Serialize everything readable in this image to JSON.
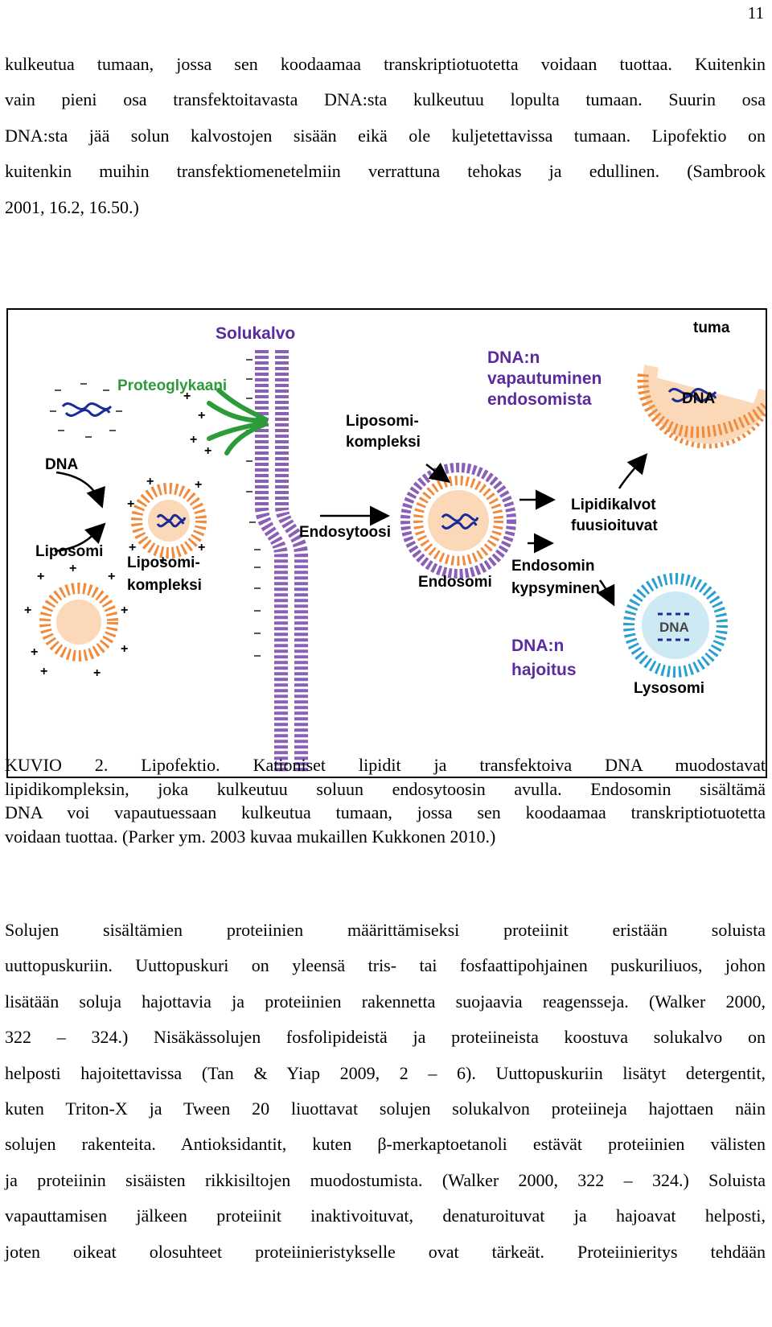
{
  "page_number": "11",
  "para1": {
    "lines": [
      "kulkeutua tumaan, jossa sen koodaamaa transkriptiotuotetta voidaan tuottaa. Kuitenkin",
      "vain pieni osa transfektoitavasta DNA:sta kulkeutuu lopulta tumaan. Suurin osa",
      "DNA:sta jää solun kalvostojen sisään eikä ole kuljetettavissa tumaan. Lipofektio on",
      "kuitenkin  muihin transfektiomenetelmiin verrattuna tehokas ja edullinen. (Sambrook",
      "2001, 16.2, 16.50.)"
    ]
  },
  "figure": {
    "labels": {
      "solukalvo": "Solukalvo",
      "tuma": "tuma",
      "proteoglykaani": "Proteoglykaani",
      "release_1": "DNA:n",
      "release_2": "vapautuminen",
      "release_3": "endosomista",
      "dna_nucleus": "DNA",
      "complex_top_1": "Liposomi-",
      "complex_top_2": "kompleksi",
      "dna_left": "DNA",
      "lipid_1": "Lipidikalvot",
      "lipid_2": "fuusioituvat",
      "endosytoosi": "Endosytoosi",
      "liposomi": "Liposomi",
      "complex_bottom_1": "Liposomi-",
      "complex_bottom_2": "kompleksi",
      "endosomi": "Endosomi",
      "maturation_1": "Endosomin",
      "maturation_2": "kypsyminen",
      "degradation_1": "DNA:n",
      "degradation_2": "hajoitus",
      "dna_lysosome": "DNA",
      "lysosomi": "Lysosomi"
    },
    "colors": {
      "purple": "#5b2a9e",
      "green": "#2e9b3a",
      "orange": "#f08a3c",
      "membrane": "#8a5fb8",
      "blue": "#2aa0d0",
      "dna": "#1a2a9a"
    }
  },
  "caption": {
    "lines": [
      "KUVIO  2.  Lipofektio.  Kationiset  lipidit  ja  transfektoiva  DNA  muodostavat",
      "lipidikompleksin, joka kulkeutuu soluun endosytoosin avulla. Endosomin sisältämä",
      "DNA voi vapautuessaan kulkeutua tumaan, jossa sen koodaamaa transkriptiotuotetta",
      "voidaan tuottaa. (Parker ym. 2003 kuvaa mukaillen Kukkonen 2010.)"
    ]
  },
  "para2": {
    "lines": [
      "Solujen sisältämien proteiinien määrittämiseksi proteiinit eristään soluista",
      "uuttopuskuriin. Uuttopuskuri on yleensä tris- tai fosfaattipohjainen puskuriliuos, johon",
      "lisätään soluja hajottavia ja proteiinien rakennetta suojaavia reagensseja. (Walker 2000,",
      "322 – 324.) Nisäkässolujen fosfolipideistä ja proteiineista koostuva solukalvo on",
      "helposti hajoitettavissa (Tan & Yiap 2009, 2 – 6). Uuttopuskuriin lisätyt detergentit,",
      "kuten Triton-X ja Tween 20 liuottavat solujen solukalvon proteiineja hajottaen näin",
      "solujen rakenteita. Antioksidantit, kuten β-merkaptoetanoli estävät proteiinien välisten",
      "ja proteiinin sisäisten rikkisiltojen muodostumista. (Walker 2000, 322 – 324.) Soluista",
      "vapauttamisen jälkeen proteiinit inaktivoituvat, denaturoituvat ja hajoavat helposti,",
      "joten oikeat olosuhteet proteiinieristykselle ovat tärkeät. Proteiinieritys tehdään"
    ]
  }
}
